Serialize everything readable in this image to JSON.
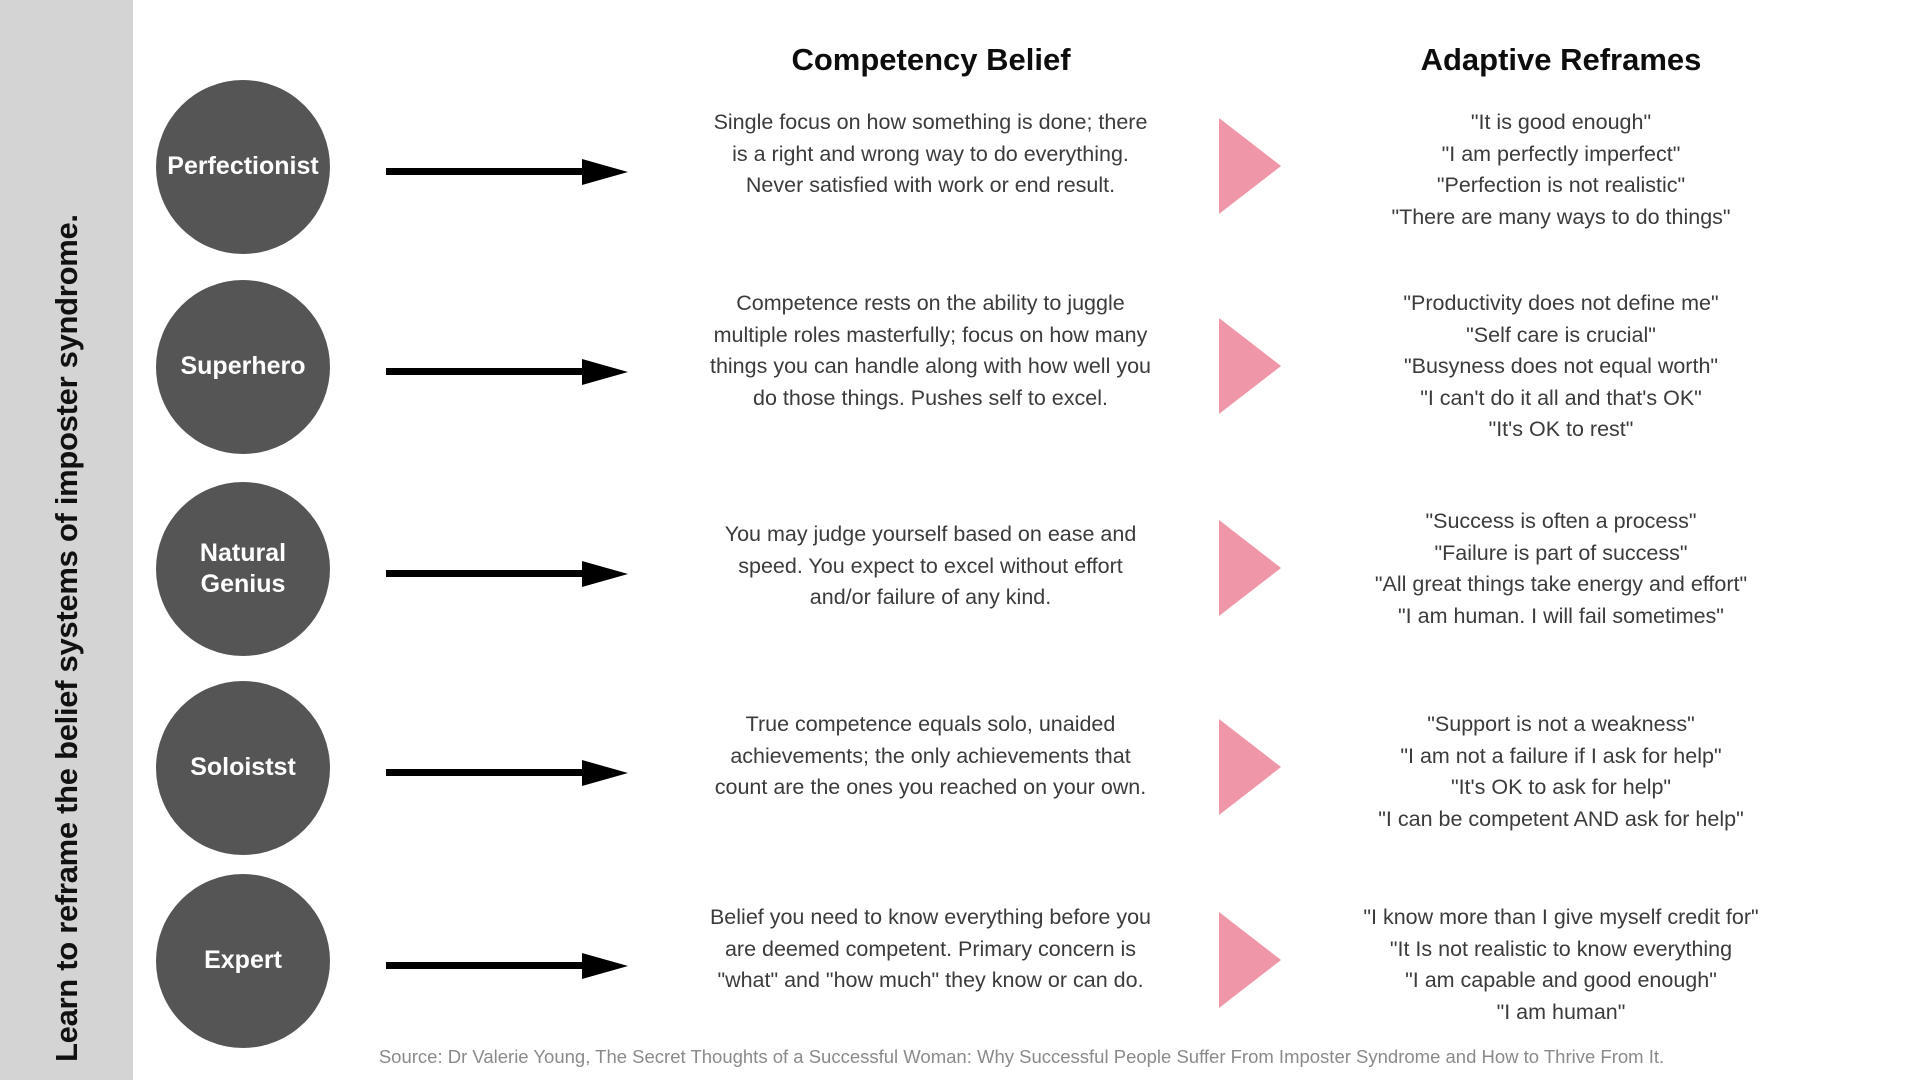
{
  "side_title": "Learn to reframe the belief systems of imposter syndrome.",
  "colors": {
    "band_background": "#d4d4d4",
    "circle_fill": "#555555",
    "circle_text": "#ffffff",
    "arrow_black": "#000000",
    "arrow_pink": "#ef96a8",
    "body_text": "#3b3b3b",
    "header_text": "#0d0d0d",
    "source_text": "#8a8a8a",
    "page_background": "#ffffff"
  },
  "headers": {
    "competency": "Competency Belief",
    "reframes": "Adaptive Reframes"
  },
  "rows": [
    {
      "type": "Perfectionist",
      "type_lines": [
        "Perfectionist"
      ],
      "belief": "Single focus on how something is done; there is a  right and wrong way to do everything. Never satisfied with work or end result.",
      "reframes": [
        "\"It is good enough\"",
        "\"I am perfectly imperfect\"",
        "\"Perfection is not realistic\"",
        "\"There are many ways to do things\""
      ],
      "reframes_text": "\"It is good enough\"\n\"I am perfectly imperfect\"\n\"Perfection is not realistic\"\n\"There are many ways to do things\""
    },
    {
      "type": "Superhero",
      "type_lines": [
        "Superhero"
      ],
      "belief": "Competence rests on the ability to juggle multiple roles masterfully; focus on how many things you can handle along with how well you do those things. Pushes self to excel.",
      "reframes": [
        "\"Productivity does not define me\"",
        "\"Self care is crucial\"",
        "\"Busyness does not equal worth\"",
        "\"I can't do it all and that's OK\"",
        "\"It's OK to rest\""
      ],
      "reframes_text": "\"Productivity does not define me\"\n\"Self care is crucial\"\n\"Busyness does not equal worth\"\n\"I can't do it all and that's OK\"\n\"It's OK to rest\""
    },
    {
      "type": "Natural Genius",
      "type_lines": [
        "Natural",
        "Genius"
      ],
      "belief": "You may judge yourself based on ease and speed. You expect to excel without effort and/or failure of any kind.",
      "reframes": [
        "\"Success is often a process\"",
        "\"Failure is part of success\"",
        "\"All great things take energy and effort\"",
        "\"I am human. I will fail sometimes\""
      ],
      "reframes_text": "\"Success is often a process\"\n\"Failure is part of success\"\n\"All great things take energy and effort\"\n\"I am human. I will fail sometimes\""
    },
    {
      "type": "Soloistst",
      "type_lines": [
        "Soloistst"
      ],
      "belief": "True competence equals solo, unaided achievements; the only achievements that count are the ones you reached on your own.",
      "reframes": [
        "\"Support is not a weakness\"",
        "\"I am not a failure if I ask for help\"",
        "\"It's OK to ask for help\"",
        "\"I can be competent AND ask for help\""
      ],
      "reframes_text": "\"Support is not a weakness\"\n\"I am not a failure if I ask for help\"\n\"It's OK to ask for help\"\n\"I can be competent AND ask for help\""
    },
    {
      "type": "Expert",
      "type_lines": [
        "Expert"
      ],
      "belief": "Belief you need to know everything before you are deemed competent. Primary concern is \"what\" and \"how much\" they know or can do.",
      "reframes": [
        "\"I know more than I give myself credit for\"",
        "\"It Is not realistic to know everything",
        "\"I am capable and good enough\"",
        "\"I am human\""
      ],
      "reframes_text": "\"I know more than I give myself credit for\"\n\"It Is not realistic to know everything\n\"I am capable and good enough\"\n\"I am human\""
    }
  ],
  "source": "Source: Dr Valerie Young, The Secret Thoughts of a Successful Woman: Why Successful People Suffer From Imposter Syndrome and How to Thrive From It."
}
